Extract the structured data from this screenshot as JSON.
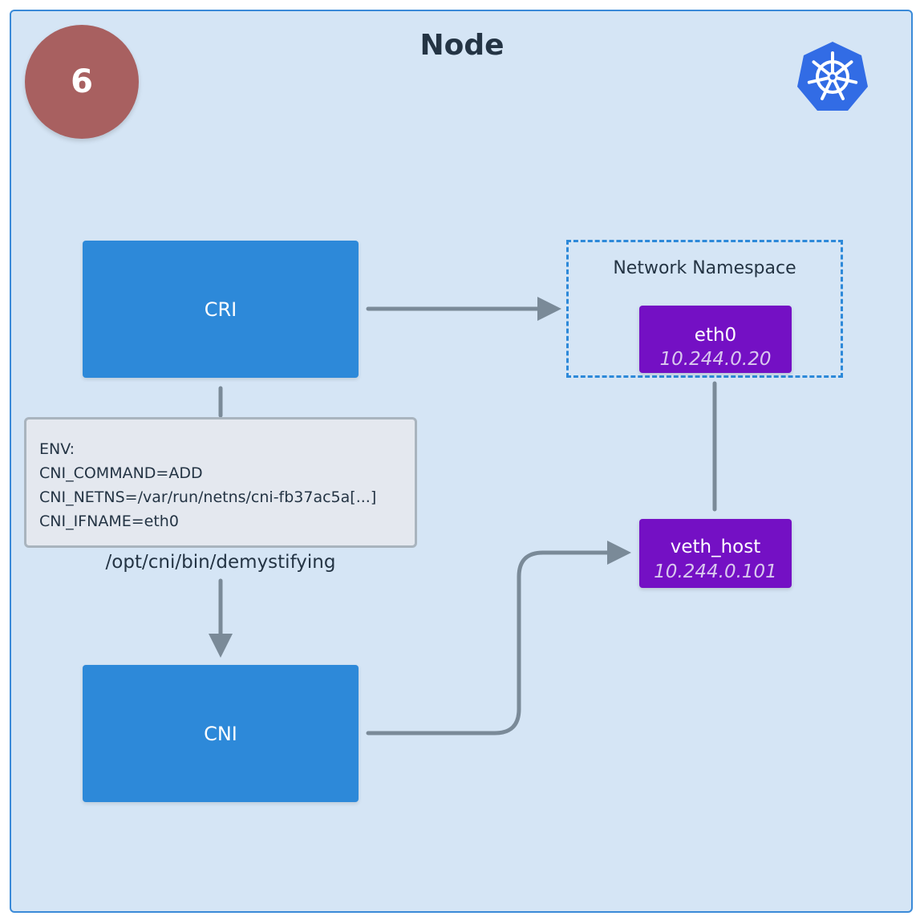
{
  "diagram": {
    "title": "Node",
    "step_number": "6",
    "logo": "kubernetes-helm-icon",
    "colors": {
      "frame_bg": "#d5e5f5",
      "frame_border": "#3a8ad8",
      "block": "#2d89d9",
      "interface": "#7410c4",
      "badge": "#a86060",
      "connector": "#7a8a98",
      "env_box_bg": "#e4e8ef"
    },
    "components": {
      "cri": {
        "label": "CRI"
      },
      "cni": {
        "label": "CNI"
      }
    },
    "env_box": {
      "lines": [
        "ENV:",
        "CNI_COMMAND=ADD",
        "CNI_NETNS=/var/run/netns/cni-fb37ac5a[...]",
        "CNI_IFNAME=eth0"
      ]
    },
    "plugin_path": "/opt/cni/bin/demystifying",
    "network_namespace": {
      "label": "Network Namespace",
      "interface": {
        "name": "eth0",
        "ip": "10.244.0.20"
      }
    },
    "host_interface": {
      "name": "veth_host",
      "ip": "10.244.0.101"
    },
    "edges": [
      {
        "from": "CRI",
        "to": "Network Namespace",
        "arrow": true
      },
      {
        "from": "CRI",
        "to": "env-box",
        "arrow": false
      },
      {
        "from": "env-box",
        "to": "CNI",
        "arrow": true
      },
      {
        "from": "CNI",
        "to": "veth_host",
        "arrow": true
      },
      {
        "from": "eth0",
        "to": "veth_host",
        "arrow": false
      }
    ]
  }
}
